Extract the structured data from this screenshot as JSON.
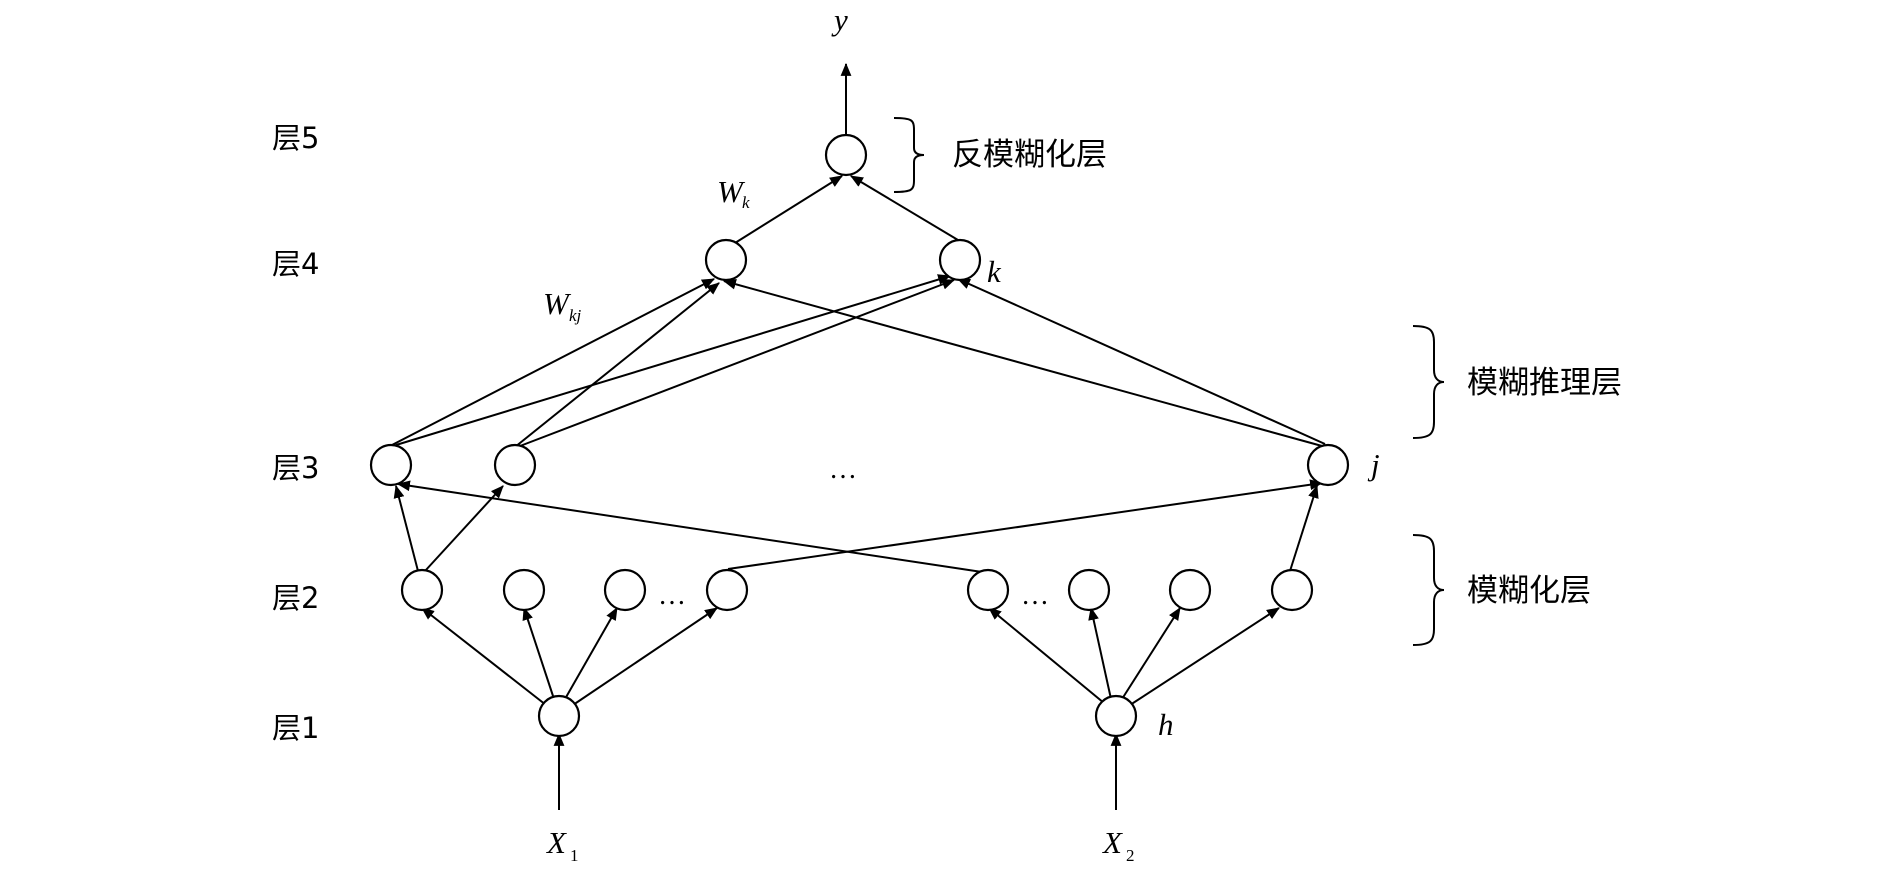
{
  "layers": [
    "层5",
    "层4",
    "层3",
    "层2",
    "层1"
  ],
  "brackets": {
    "defuzz": "反模糊化层",
    "inference": "模糊推理层",
    "fuzz": "模糊化层"
  },
  "vars": {
    "output": "y",
    "k": "k",
    "j": "j",
    "h": "h",
    "W": "W",
    "wk_sub": "k",
    "wkj_sub": "kj",
    "X": "X",
    "x1_sub": "1",
    "x2_sub": "2"
  },
  "ellipsis": "…",
  "colors": {
    "stroke": "#000000",
    "background": "#ffffff"
  }
}
